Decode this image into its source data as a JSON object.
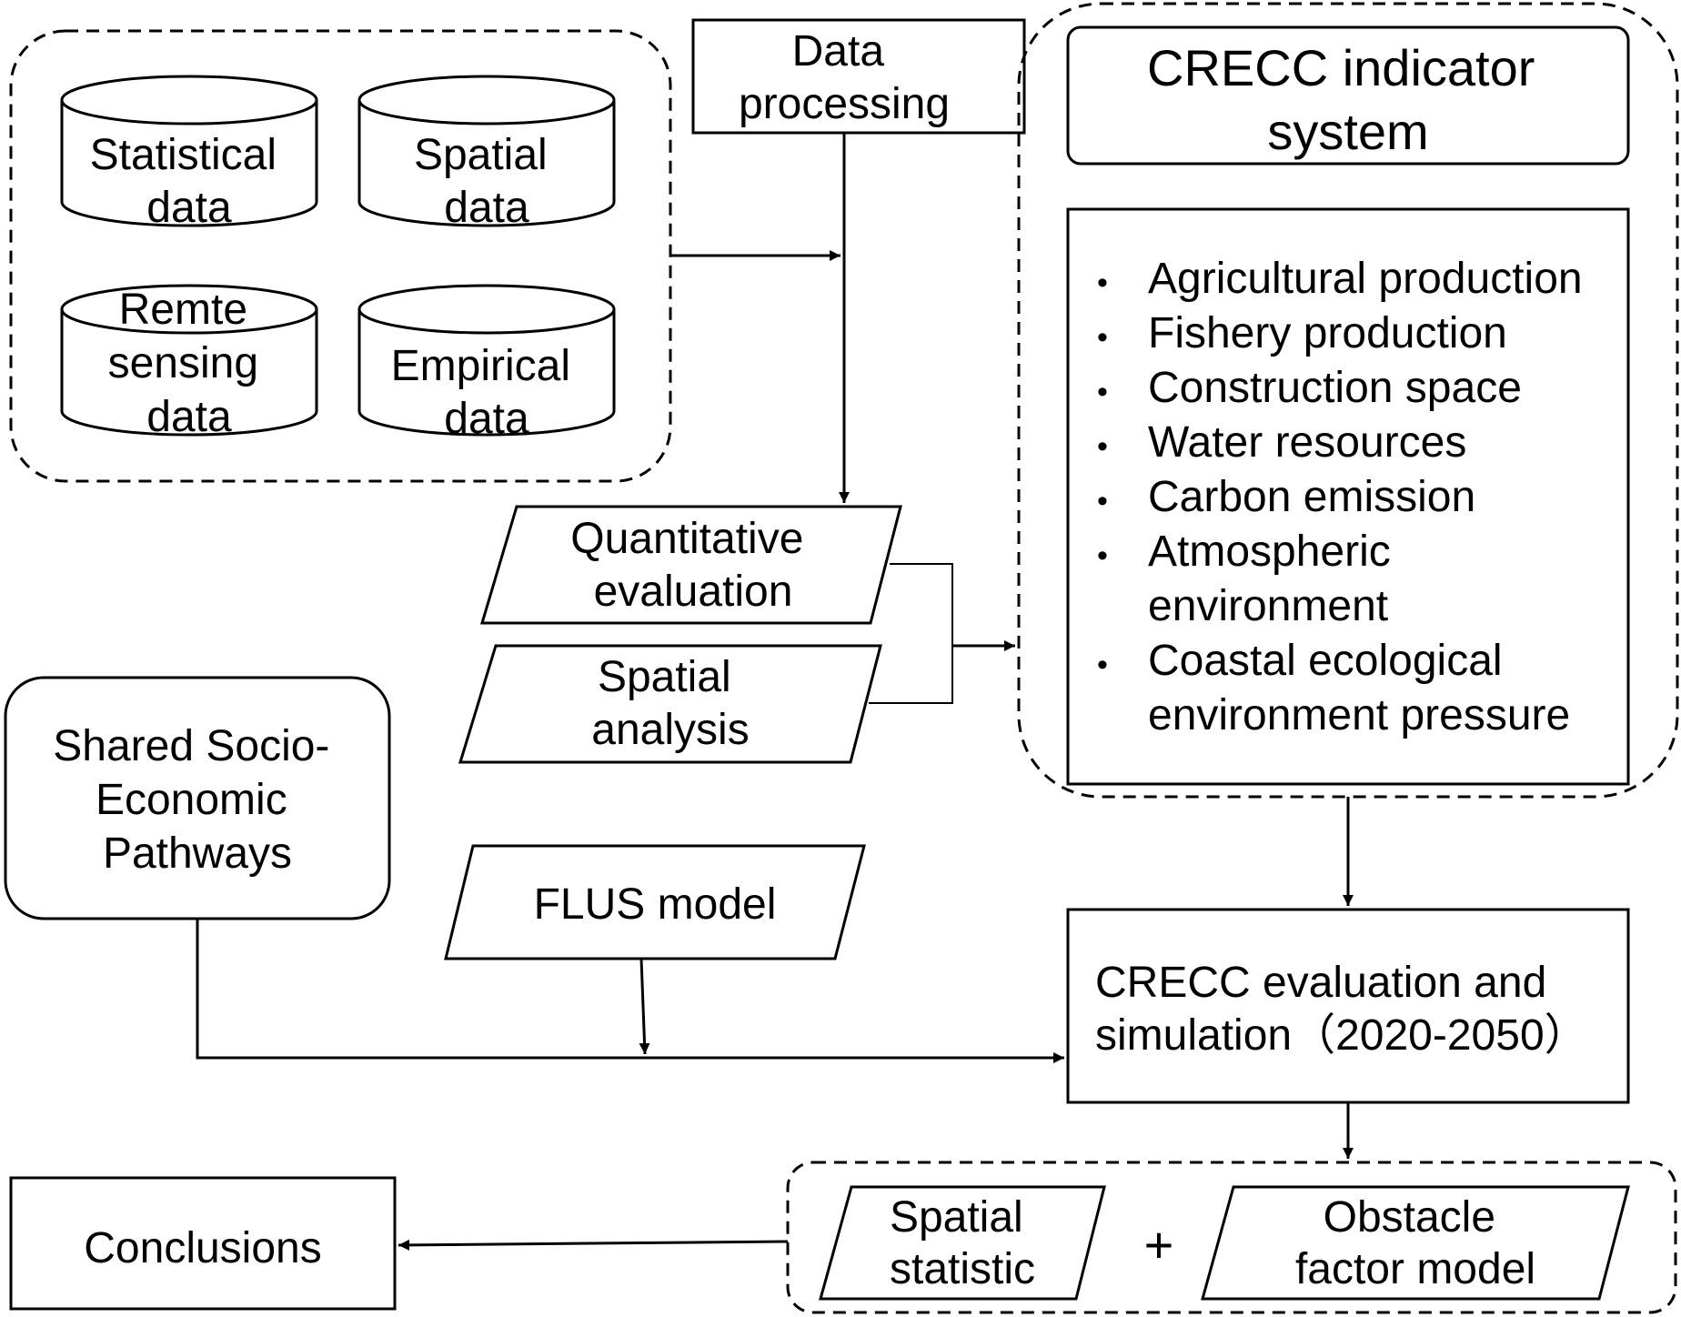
{
  "data_sources": {
    "statistical": [
      "Statistical",
      "data"
    ],
    "spatial": [
      "Spatial",
      "data"
    ],
    "remote_sensing": [
      "Remte",
      "sensing",
      "data"
    ],
    "empirical": [
      "Empirical",
      "data"
    ]
  },
  "data_processing": [
    "Data",
    "processing"
  ],
  "quantitative_evaluation": [
    "Quantitative",
    "evaluation"
  ],
  "spatial_analysis": [
    "Spatial",
    "analysis"
  ],
  "indicator_system": {
    "title": [
      "CRECC indicator",
      "system"
    ],
    "bullet": "•",
    "items": [
      [
        "Agricultural production"
      ],
      [
        "Fishery production"
      ],
      [
        "Construction space"
      ],
      [
        "Water resources"
      ],
      [
        "Carbon emission"
      ],
      [
        "Atmospheric",
        "environment"
      ],
      [
        "Coastal ecological",
        "environment pressure"
      ]
    ]
  },
  "ssp": [
    "Shared Socio-",
    "Economic",
    "Pathways"
  ],
  "flus_model": "FLUS model",
  "evaluation_simulation": [
    "CRECC evaluation and",
    "simulation（2020-2050）"
  ],
  "spatial_statistic": [
    "Spatial",
    "statistic"
  ],
  "plus_sign": "+",
  "obstacle_factor_model": [
    "Obstacle",
    "factor model"
  ],
  "conclusions": "Conclusions"
}
